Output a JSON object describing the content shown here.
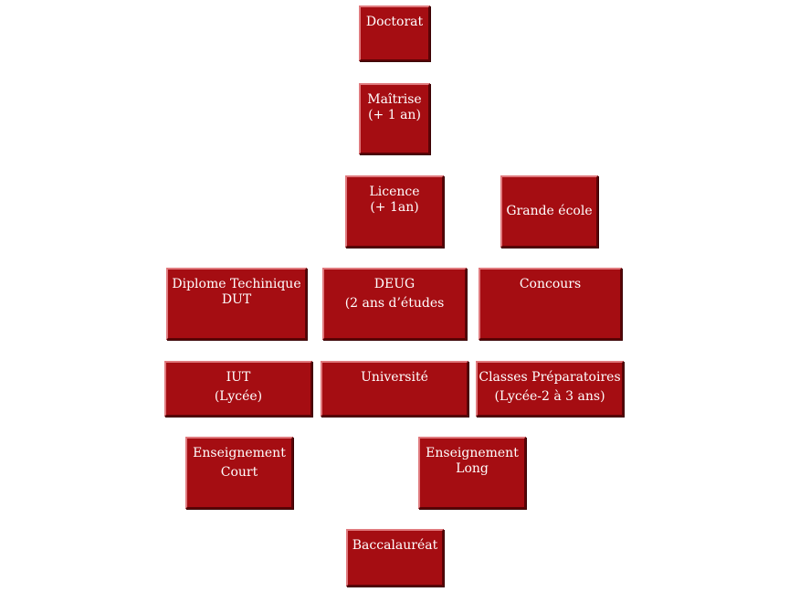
{
  "nodes": {
    "doctorat": {
      "line1": "Doctorat"
    },
    "maitrise": {
      "line1": "Maîtrise",
      "line2": "(+ 1 an)"
    },
    "licence": {
      "line1": "Licence",
      "line2": "(+ 1an)"
    },
    "grande_ecole": {
      "line1": "Grande école"
    },
    "dut": {
      "line1": "Diplome Techinique",
      "line2": "DUT"
    },
    "deug": {
      "line1": "DEUG",
      "line2": "(2 ans d’études"
    },
    "concours": {
      "line1": "Concours"
    },
    "iut": {
      "line1": "IUT",
      "line2": "(Lycée)"
    },
    "universite": {
      "line1": "Université"
    },
    "classes_preparatoires": {
      "line1": "Classes Préparatoires",
      "line2": "(Lycée-2 à 3 ans)"
    },
    "enseignement_court": {
      "line1": "Enseignement",
      "line2": "Court"
    },
    "enseignement_long": {
      "line1": "Enseignement",
      "line2": "Long"
    },
    "baccalaureat": {
      "line1": "Baccalauréat"
    }
  },
  "colors": {
    "box_fill": "#a50d12",
    "box_highlight": "#e07a7e",
    "box_shadow": "#5a0306",
    "text": "#ffffff",
    "background": "#ffffff"
  }
}
